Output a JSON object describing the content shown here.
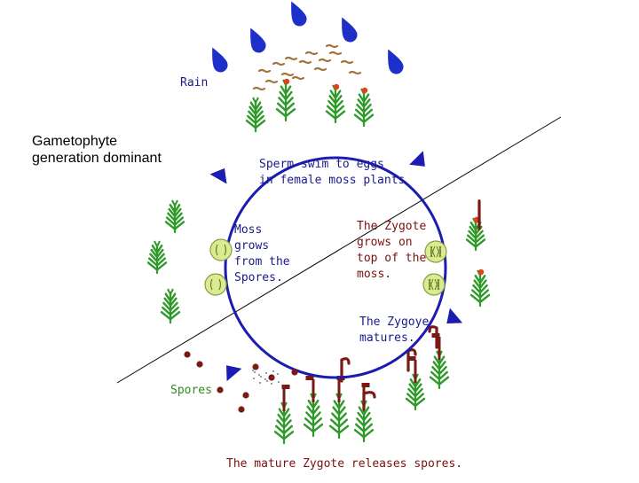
{
  "colors": {
    "blue_text": "#1a1a8c",
    "cycle": "#1c1cb0",
    "maroon_text": "#7a1010",
    "green_text": "#2e8b1e",
    "plant": "#2f9a2a",
    "rain": "#1d2fc8",
    "sperm": "#a0733a",
    "egg": "#e0401a",
    "sporophyte": "#7a1a14",
    "spore_cell": "#d9ec8f"
  },
  "icons": [
    "rain-drop-icon",
    "moss-plant-icon",
    "sporophyte-plant-icon",
    "spore-cell-icon",
    "zygote-cell-icon",
    "sperm-icon",
    "egg-icon",
    "spore-dot-icon",
    "arrowhead-icon"
  ],
  "labels": {
    "rain": "Rain",
    "dominant_line1": "Gametophyte",
    "dominant_line2": "generation dominant",
    "sperm_line1": "Sperm swim to eggs",
    "sperm_line2": "in female moss plants",
    "moss_line1": "Moss",
    "moss_line2": "grows",
    "moss_line3": "from the",
    "moss_line4": "Spores.",
    "zygote_line1": "The Zygote",
    "zygote_line2": "grows on",
    "zygote_line3": "top of the",
    "zygote_line4": "moss.",
    "matures_line1": "The Zygoye",
    "matures_line2": "matures.",
    "spores": "Spores",
    "release": "The mature Zygote releases spores."
  }
}
